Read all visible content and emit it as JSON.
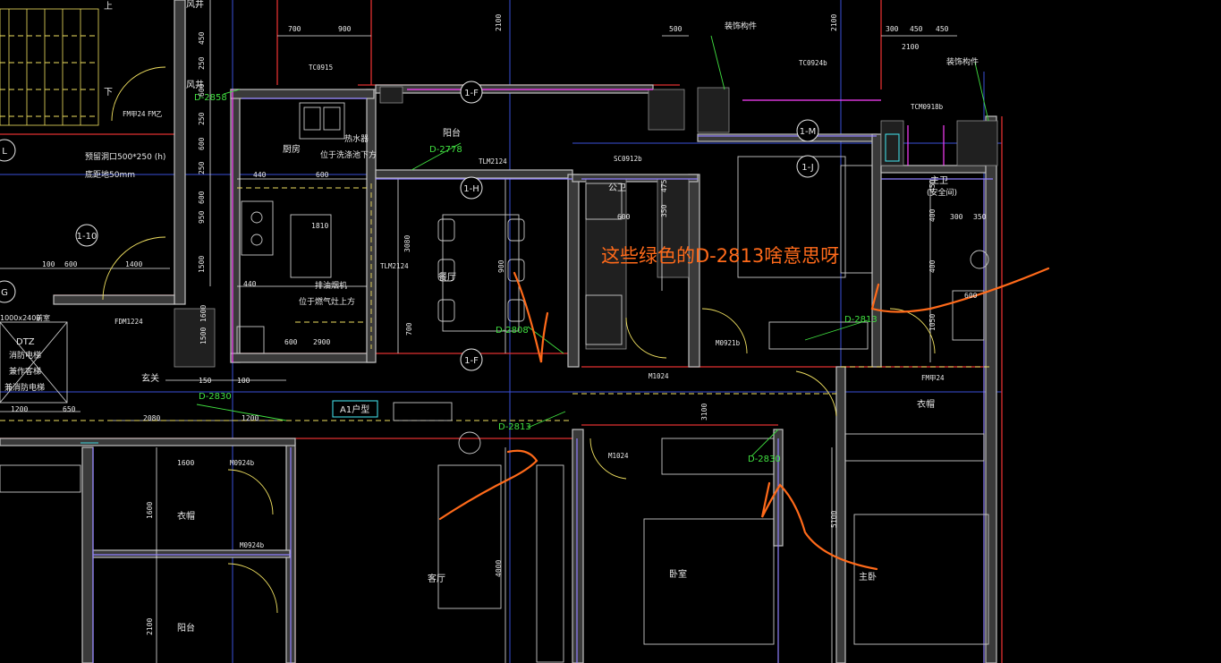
{
  "colors": {
    "background": "#000000",
    "wall": "#c0c0c0",
    "wall_red": "#e03030",
    "axis_blue": "#3a50d8",
    "dim_white": "#e8e8e8",
    "magenta": "#ff40ff",
    "yellow": "#f0e060",
    "green": "#40e040",
    "annotation_orange": "#ff6a1a",
    "cyan": "#40d8e0",
    "purple": "#9080ff"
  },
  "annotation": {
    "question": "这些绿色的D-2813啥意思呀"
  },
  "axis_bubbles": [
    "1-F",
    "1-H",
    "1-F",
    "1-M",
    "1-J",
    "1-10",
    "G",
    "L"
  ],
  "green_tags": [
    "D-2858",
    "D-2778",
    "D-2808",
    "D-2813",
    "D-2830",
    "D-2830",
    "D-2813",
    "D-2808"
  ],
  "rooms": {
    "kitchen": "厨房",
    "balcony_top": "阳台",
    "dining": "餐厅",
    "living": "客厅",
    "bedroom_second": "卧室",
    "bedroom_master": "主卧",
    "closet_left": "衣帽",
    "closet_right": "衣帽",
    "balcony_bottom": "阳台",
    "entrance": "玄关",
    "wind_shaft_1": "风井",
    "wind_shaft_2": "风井",
    "bath_public": "公卫",
    "bath_master": "主卫",
    "bath_master_note": "(安全间)",
    "stair_up": "上",
    "stair_down": "下"
  },
  "notes": {
    "water_heater": "热水器",
    "water_heater_pos": "位于洗涤池下方",
    "range_hood": "排油烟机",
    "gas_pos": "位于燃气灶上方",
    "decor_left": "装饰构件",
    "decor_right": "装饰构件",
    "apt_type": "A1户型",
    "elevator_id": "DTZ",
    "elevator_1": "消防电梯",
    "elevator_2": "兼作客梯",
    "elevator_3": "兼消防电梯",
    "prefab_1": "预留洞口500*250 (h)",
    "prefab_2": "底距地50mm",
    "dtz_size": "1000x2400",
    "room_id": "前室"
  },
  "door_codes": [
    "FM甲24",
    "FDM1224",
    "TC0915",
    "TLM2124",
    "SC0912b",
    "TLM2124",
    "M0921b",
    "M1024",
    "M0924b",
    "M0924b",
    "FM甲24",
    "TC0924b",
    "TCM0918b",
    "FM乙",
    "M1024"
  ],
  "dimensions": [
    "700",
    "900",
    "2100",
    "2100",
    "2100",
    "500",
    "300",
    "450",
    "450",
    "450",
    "250",
    "600",
    "250",
    "600",
    "250",
    "600",
    "950",
    "1500",
    "600",
    "440",
    "440",
    "600",
    "2900",
    "1810",
    "3080",
    "900",
    "700",
    "600",
    "350",
    "475",
    "450",
    "400",
    "300",
    "350",
    "400",
    "600",
    "1050",
    "100",
    "600",
    "1400",
    "150",
    "100",
    "1200",
    "2080",
    "1200",
    "650",
    "3100",
    "1600",
    "1600",
    "2100",
    "4000",
    "5100",
    "1600",
    "1500"
  ]
}
